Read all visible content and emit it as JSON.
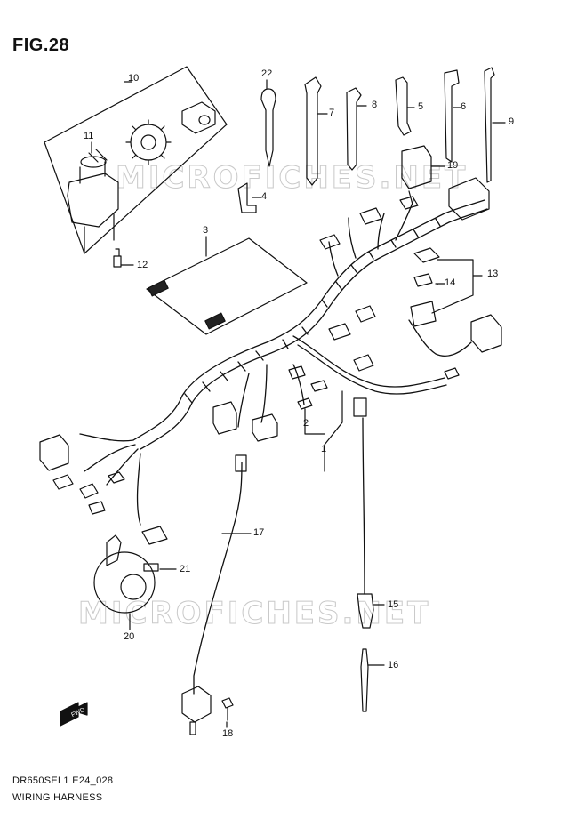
{
  "figure": {
    "title": "FIG.28"
  },
  "footer": {
    "code": "DR650SEL1 E24_028",
    "name": "WIRING HARNESS"
  },
  "watermarks": [
    "MICROFICHES.NET",
    "MICROFICHES.NET"
  ],
  "parts": {
    "p1": "1",
    "p2": "2",
    "p3": "3",
    "p4": "4",
    "p5": "5",
    "p6": "6",
    "p7": "7",
    "p8": "8",
    "p9": "9",
    "p10": "10",
    "p11": "11",
    "p12": "12",
    "p13": "13",
    "p14": "14",
    "p15": "15",
    "p16": "16",
    "p17": "17",
    "p18": "18",
    "p19": "19",
    "p20": "20",
    "p21": "21",
    "p22": "22"
  },
  "fwd_label": "FWD"
}
